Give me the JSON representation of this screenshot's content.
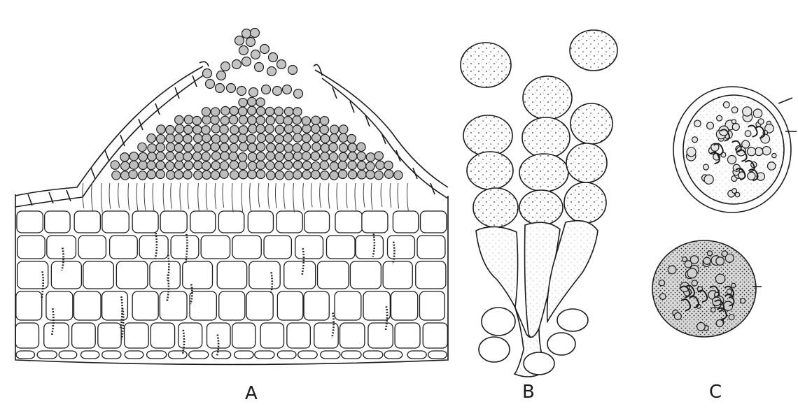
{
  "panels": [
    {
      "label": "A"
    },
    {
      "label": "B"
    },
    {
      "label": "C"
    }
  ],
  "colors": {
    "ink": "#1a1a1a",
    "stipple": "#333333",
    "paper": "#ffffff"
  }
}
